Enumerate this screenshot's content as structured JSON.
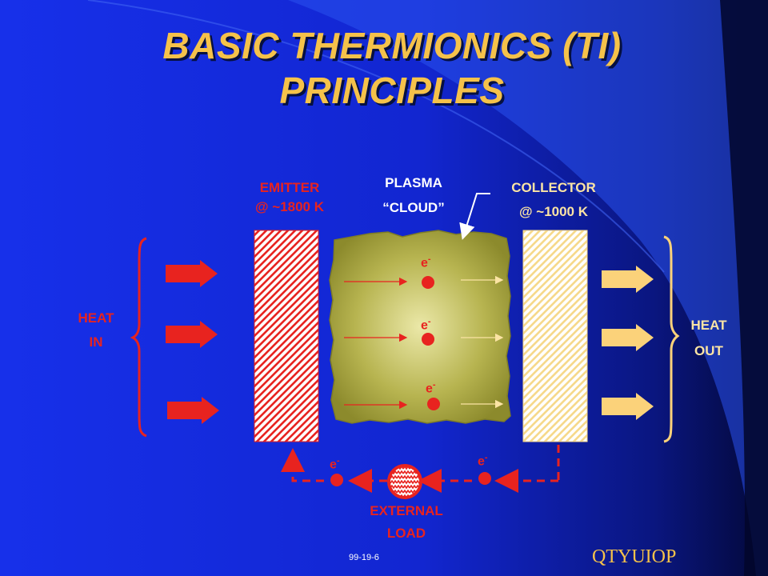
{
  "title": {
    "line1": "BASIC THERMIONICS (TI)",
    "line2": "PRINCIPLES"
  },
  "labels": {
    "emitter": "EMITTER",
    "emitter_temp": "@ ~1800 K",
    "plasma": "PLASMA",
    "cloud": "“CLOUD”",
    "collector": "COLLECTOR",
    "collector_temp": "@ ~1000 K",
    "heat_in_1": "HEAT",
    "heat_in_2": "IN",
    "heat_out_1": "HEAT",
    "heat_out_2": "OUT",
    "external_1": "EXTERNAL",
    "external_2": "LOAD"
  },
  "electron": {
    "symbol": "e",
    "charge": "-"
  },
  "footer": {
    "code": "99-19-6",
    "brand": "QTYUIOP"
  },
  "colors": {
    "title": "#f5c24a",
    "emitter": "#e8231f",
    "collector": "#fbe4a4",
    "plasma": "#a4a43c",
    "background_blue": "#1633e6",
    "background_dark": "#040850"
  }
}
